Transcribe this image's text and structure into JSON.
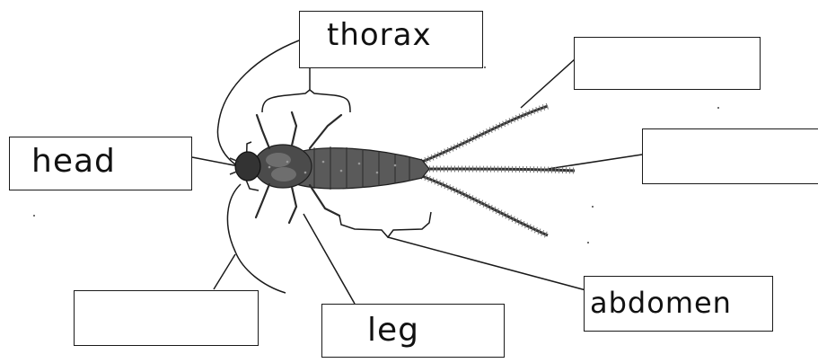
{
  "diagram": {
    "labels": {
      "thorax": "thorax",
      "head": "head",
      "abdomen": "abdomen",
      "leg": "leg",
      "tail_upper": "",
      "tail_middle": "",
      "antenna": ""
    }
  },
  "colors": {
    "ink": "#111111",
    "insect_body": "#555555",
    "insect_dark": "#222222"
  }
}
